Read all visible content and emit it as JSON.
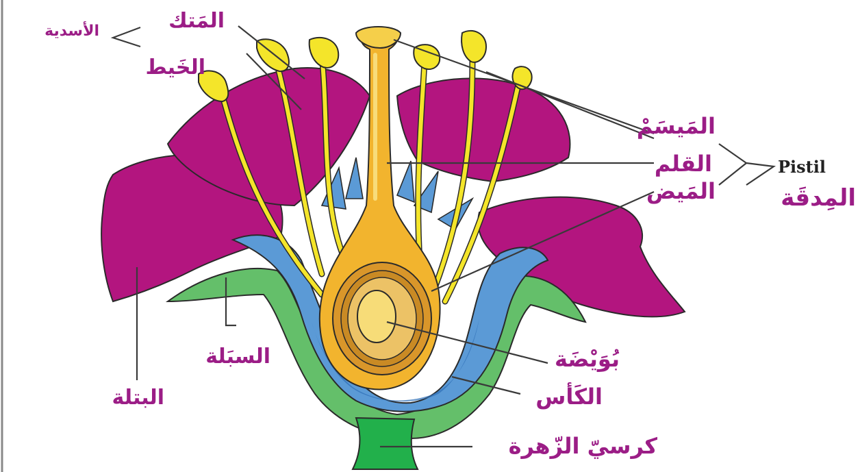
{
  "labels": {
    "androecium": "الأسدية",
    "anther": "المَتك",
    "filament": "الخَيط",
    "stigma": "المَيسَمْ",
    "style": "القلم",
    "ovary": "المَيض",
    "pistil_en": "Pistil",
    "pistil_ar": "المِدقَة",
    "ovule": "بُوَيْضَة",
    "calyx": "الكَأس",
    "sepal": "السبَلة",
    "petal": "البتلة",
    "receptacle": "كرسيّ الزّهرة"
  },
  "colors": {
    "petal": "#b3157f",
    "stamen": "#f4e52a",
    "pistil": "#f2b42e",
    "corolla_inner": "#5b9ad6",
    "sepal": "#64bf6a",
    "receptacle": "#22b04b",
    "label": "#9b1d86"
  }
}
